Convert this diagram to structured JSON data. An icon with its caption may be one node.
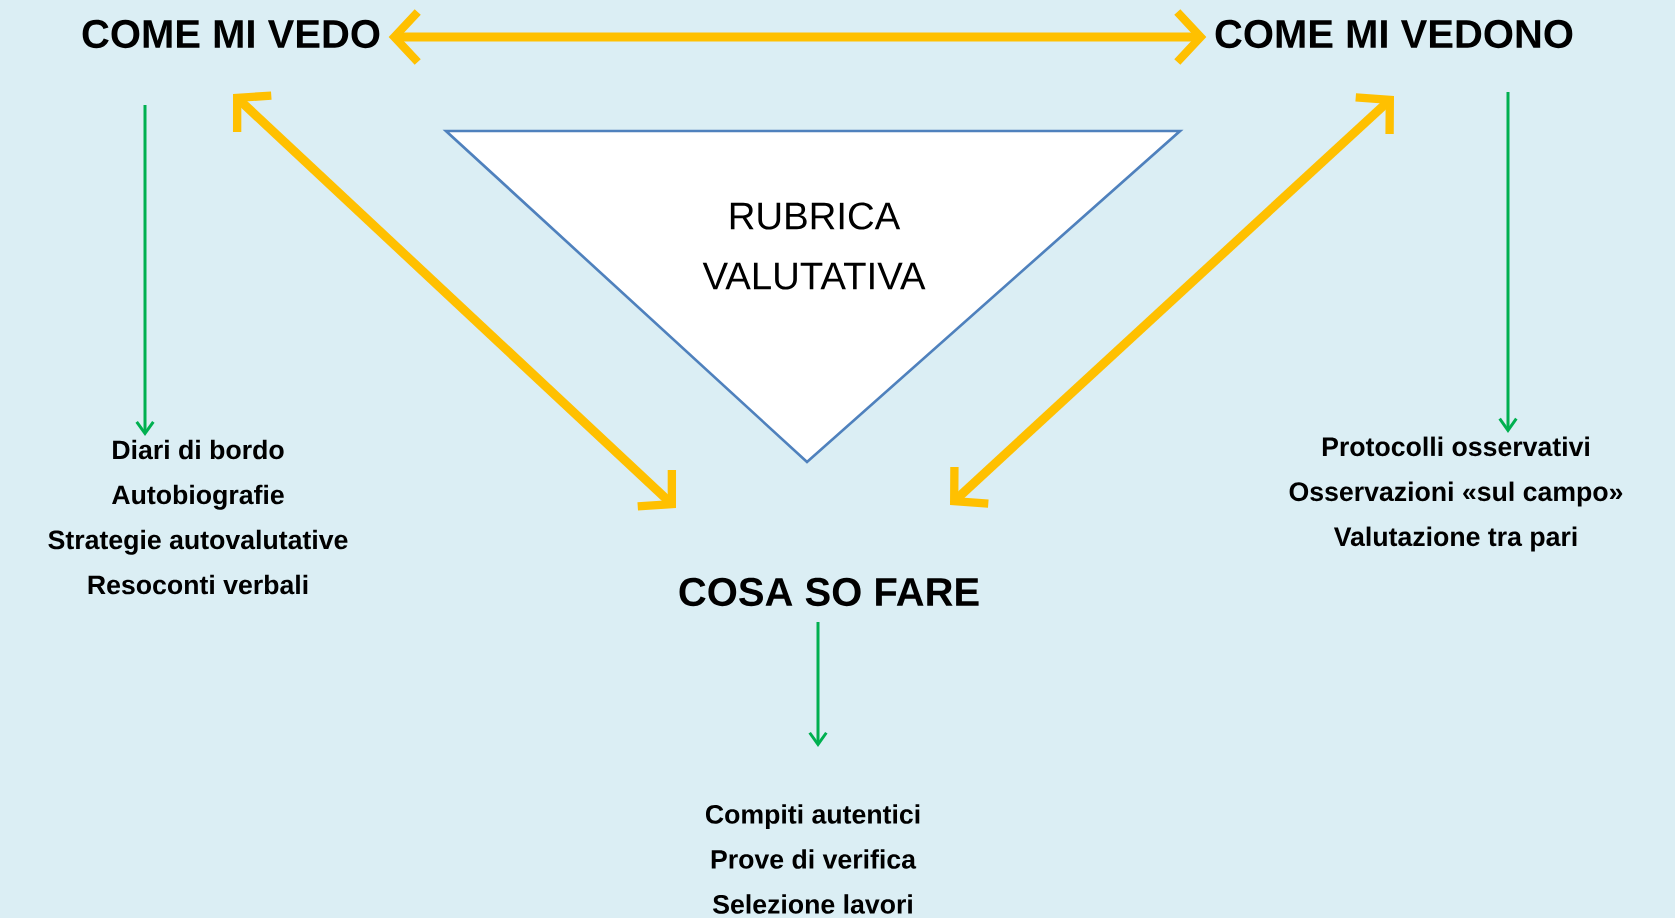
{
  "diagram": {
    "nodes": [
      {
        "text": [
          "COME MI VEDO"
        ]
      },
      {
        "text": [
          "COME MI VEDONO"
        ]
      },
      {
        "text": [
          "RUBRICA VALUTATIVA"
        ]
      },
      {
        "text": [
          "COSA SO FARE"
        ]
      },
      {
        "text": [
          "Diari di bordo",
          "Autobiografie",
          "Strategie autovalutative",
          "Resoconti verbali"
        ]
      },
      {
        "text": [
          "Protocolli osservativi",
          "Osservazioni «sul campo»",
          "Valutazione tra pari"
        ]
      },
      {
        "text": [
          "Compiti autentici",
          "Prove di verifica",
          "Selezione lavori"
        ]
      }
    ],
    "edges": [
      {
        "from": 0,
        "to": 1,
        "arrow": "both",
        "style": "thick",
        "color": "#ffc000"
      },
      {
        "from": 0,
        "to": 3,
        "arrow": "both",
        "style": "thick",
        "color": "#ffc000"
      },
      {
        "from": 1,
        "to": 3,
        "arrow": "both",
        "style": "thick",
        "color": "#ffc000"
      },
      {
        "from": 0,
        "to": 4,
        "arrow": "to",
        "color": "#00b050"
      },
      {
        "from": 1,
        "to": 5,
        "arrow": "to",
        "color": "#00b050"
      },
      {
        "from": 3,
        "to": 6,
        "arrow": "to",
        "color": "#00b050"
      }
    ]
  }
}
